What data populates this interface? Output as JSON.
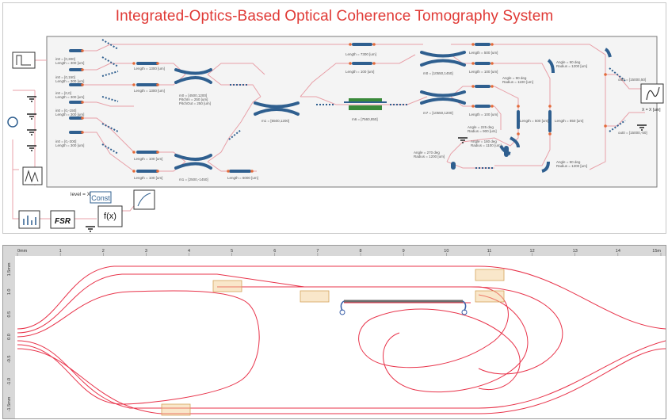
{
  "title": "Integrated-Optics-Based Optical Coherence Tomography System",
  "colors": {
    "title": "#e03a36",
    "waveguide": "#e8a0a8",
    "port": "#e36b3a",
    "component": "#2f5f8f",
    "layout_trace": "#e8334a",
    "coupler_box": "#f2c98a"
  },
  "schematic": {
    "labels": {
      "level": "level = X",
      "const": "Const",
      "fsr": "FSR",
      "fx": "f(x)",
      "xy": "X = X [um]",
      "in0": "in0 = [0,300]\nLength = 300 [um]",
      "in1": "in0 = [0,150]\nLength = 300 [um]",
      "in2": "in0 = [0,0]\nLength = 300 [um]",
      "in3": "in0 = [0,-150]\nLength = 300 [um]",
      "in4": "in0 = [0,-300]\nLength = 300 [um]",
      "len1300a": "Length = 1300 [um]",
      "len1300b": "Length = 1300 [um]",
      "dc1": "m0 = [4500,1200]\nPitchIn = 250 [um]\nPitchOut = 250 [um]",
      "len100a": "Length = 100 [um]",
      "len100b": "Length = 100 [um]",
      "m1a": "m1 = [6500,1200]",
      "m1b": "m1 = [2500,-1450]",
      "len6000": "Length = 6000 [um]",
      "len7300": "Length = 7300 [um]",
      "len100c": "Length = 100 [um]",
      "m6": "m6 = [7560,850]",
      "m0top": "m0 = [10550,1450]",
      "m7": "m7 = [10550,1200]",
      "len500a": "Length = 500 [um]",
      "len100d": "Length = 100 [um]",
      "len100e": "Length = 100 [um]",
      "ang90a": "Angle = 90 deg\nRadius = 1100 [um]",
      "ang225": "Angle = 225 deg\nRadius = 900 [um]",
      "ang180": "Angle = 180 deg\nRadius = 1100 [um]",
      "len500b": "Length = 500 [um]",
      "len850": "Length = 850 [um]",
      "ang90b": "Angle = 90 deg\nRadius = 1200 [um]",
      "ang90c": "Angle = 90 deg\nRadius = 1200 [um]",
      "ang270": "Angle = 270 deg\nRadius = 1200 [um]",
      "out0a": "out0 = [15000,50]",
      "out0b": "out0 = [15000,-50]"
    }
  },
  "layout": {
    "ruler_x": [
      "0mm",
      "1",
      "2",
      "3",
      "4",
      "5",
      "6",
      "7",
      "8",
      "9",
      "10",
      "11",
      "12",
      "13",
      "14",
      "15m"
    ],
    "ruler_y": [
      "1.5mm",
      "1.0",
      "0.5",
      "0.0",
      "-0.5",
      "-1.0",
      "-1.5mm"
    ]
  }
}
